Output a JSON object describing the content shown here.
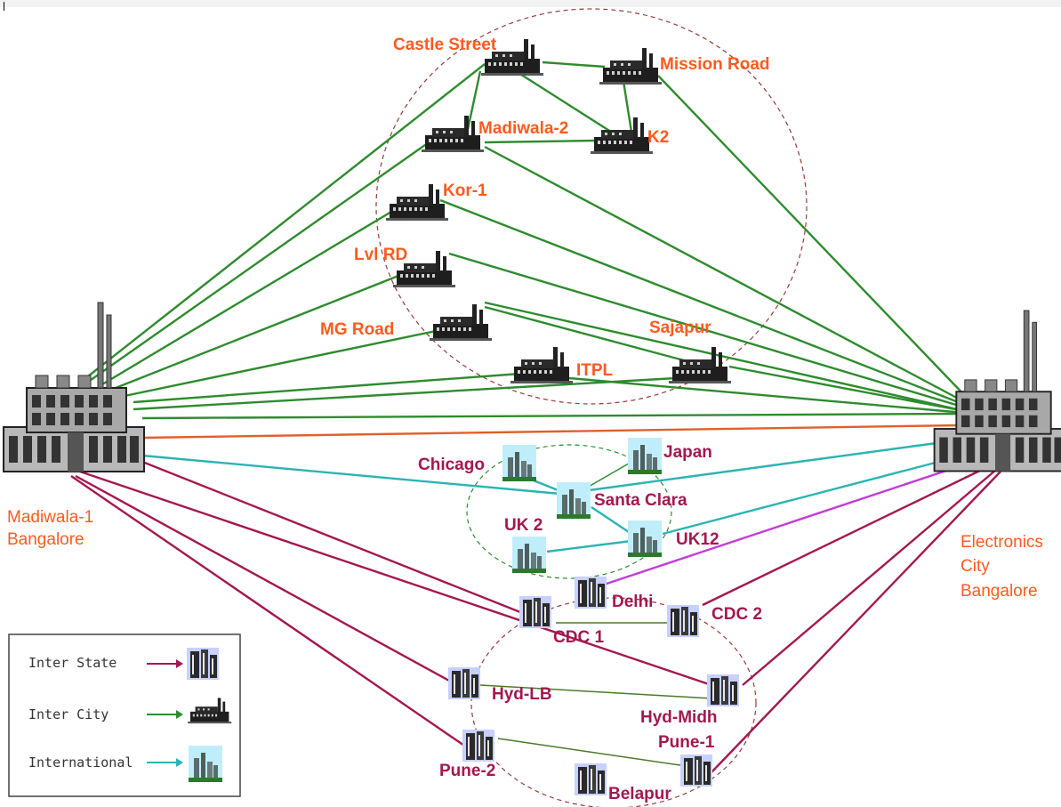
{
  "hubs": {
    "left": {
      "line1": "Madiwala-1",
      "line2": "Bangalore"
    },
    "right": {
      "line1": "Electronics",
      "line2": "City",
      "line3": "Bangalore"
    }
  },
  "inter_city": [
    "Castle Street",
    "Mission Road",
    "Madiwala-2",
    "K2",
    "Kor-1",
    "Lvl RD",
    "MG Road",
    "Sajapur",
    "ITPL"
  ],
  "international": [
    "Chicago",
    "Japan",
    "Santa Clara",
    "UK 2",
    "UK12"
  ],
  "inter_state": [
    "Delhi",
    "CDC 2",
    "CDC 1",
    "Hyd-LB",
    "Hyd-Midh",
    "Pune-1",
    "Pune-2",
    "Belapur"
  ],
  "legend": {
    "inter_state": "Inter State",
    "inter_city": "Inter City",
    "international": "International"
  },
  "colors": {
    "inter_city_line": "#2e8b2e",
    "international_line": "#2bb3b3",
    "inter_state_line": "#a3184f",
    "hub_link_line": "#e0602a",
    "label_red": "#ff5a1e",
    "label_maroon": "#a3184f"
  }
}
